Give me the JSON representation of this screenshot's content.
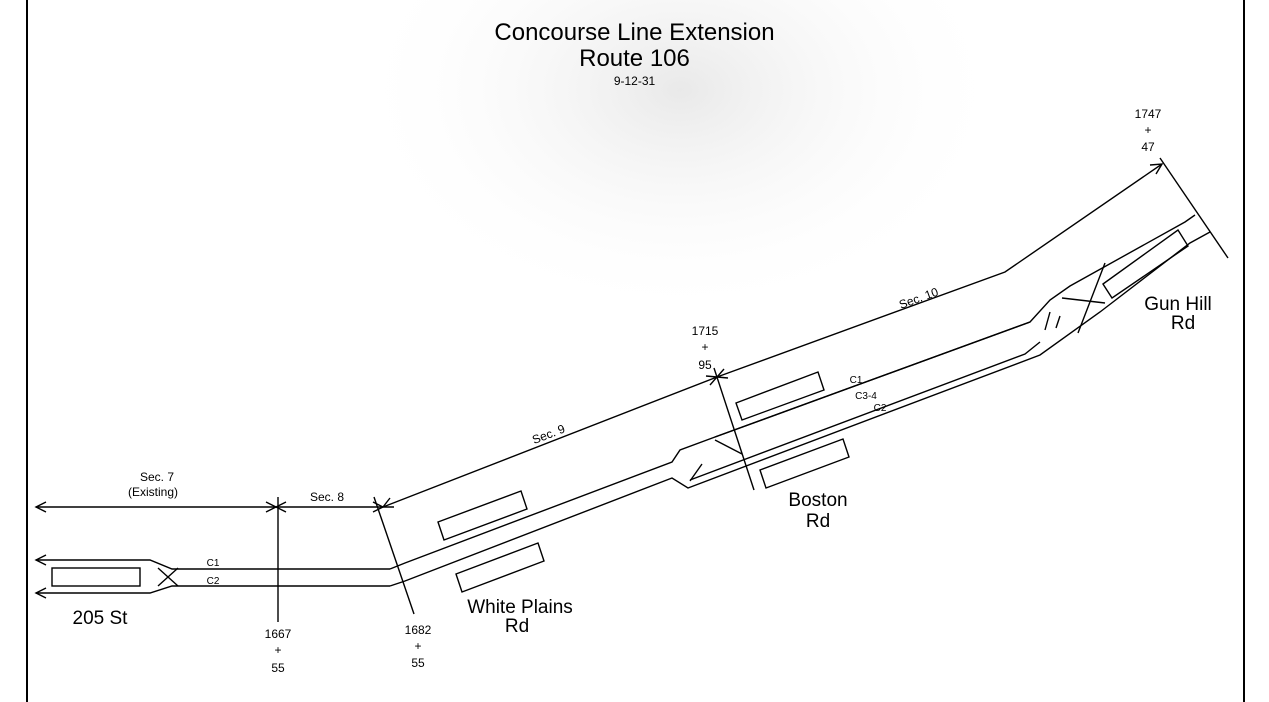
{
  "title": "Concourse Line Extension",
  "subtitle": "Route 106",
  "date": "9-12-31",
  "sections": {
    "sec7": "Sec. 7",
    "sec7_note": "(Existing)",
    "sec8": "Sec. 8",
    "sec9": "Sec. 9",
    "sec10": "Sec. 10"
  },
  "stations": {
    "st205": "205 St",
    "white_plains_1": "White Plains",
    "white_plains_2": "Rd",
    "boston_1": "Boston",
    "boston_2": "Rd",
    "gun_hill_1": "Gun Hill",
    "gun_hill_2": "Rd"
  },
  "tracks": {
    "c1_left": "C1",
    "c2_left": "C2",
    "c1_right": "C1",
    "c34": "C3-4",
    "c2_right": "C2"
  },
  "stationing": {
    "s1667": [
      "1667",
      "+",
      "55"
    ],
    "s1682": [
      "1682",
      "+",
      "55"
    ],
    "s1715": [
      "1715",
      "+",
      "95"
    ],
    "s1747": [
      "1747",
      "+",
      "47"
    ]
  },
  "colors": {
    "line": "#000000",
    "background": "#ffffff"
  }
}
